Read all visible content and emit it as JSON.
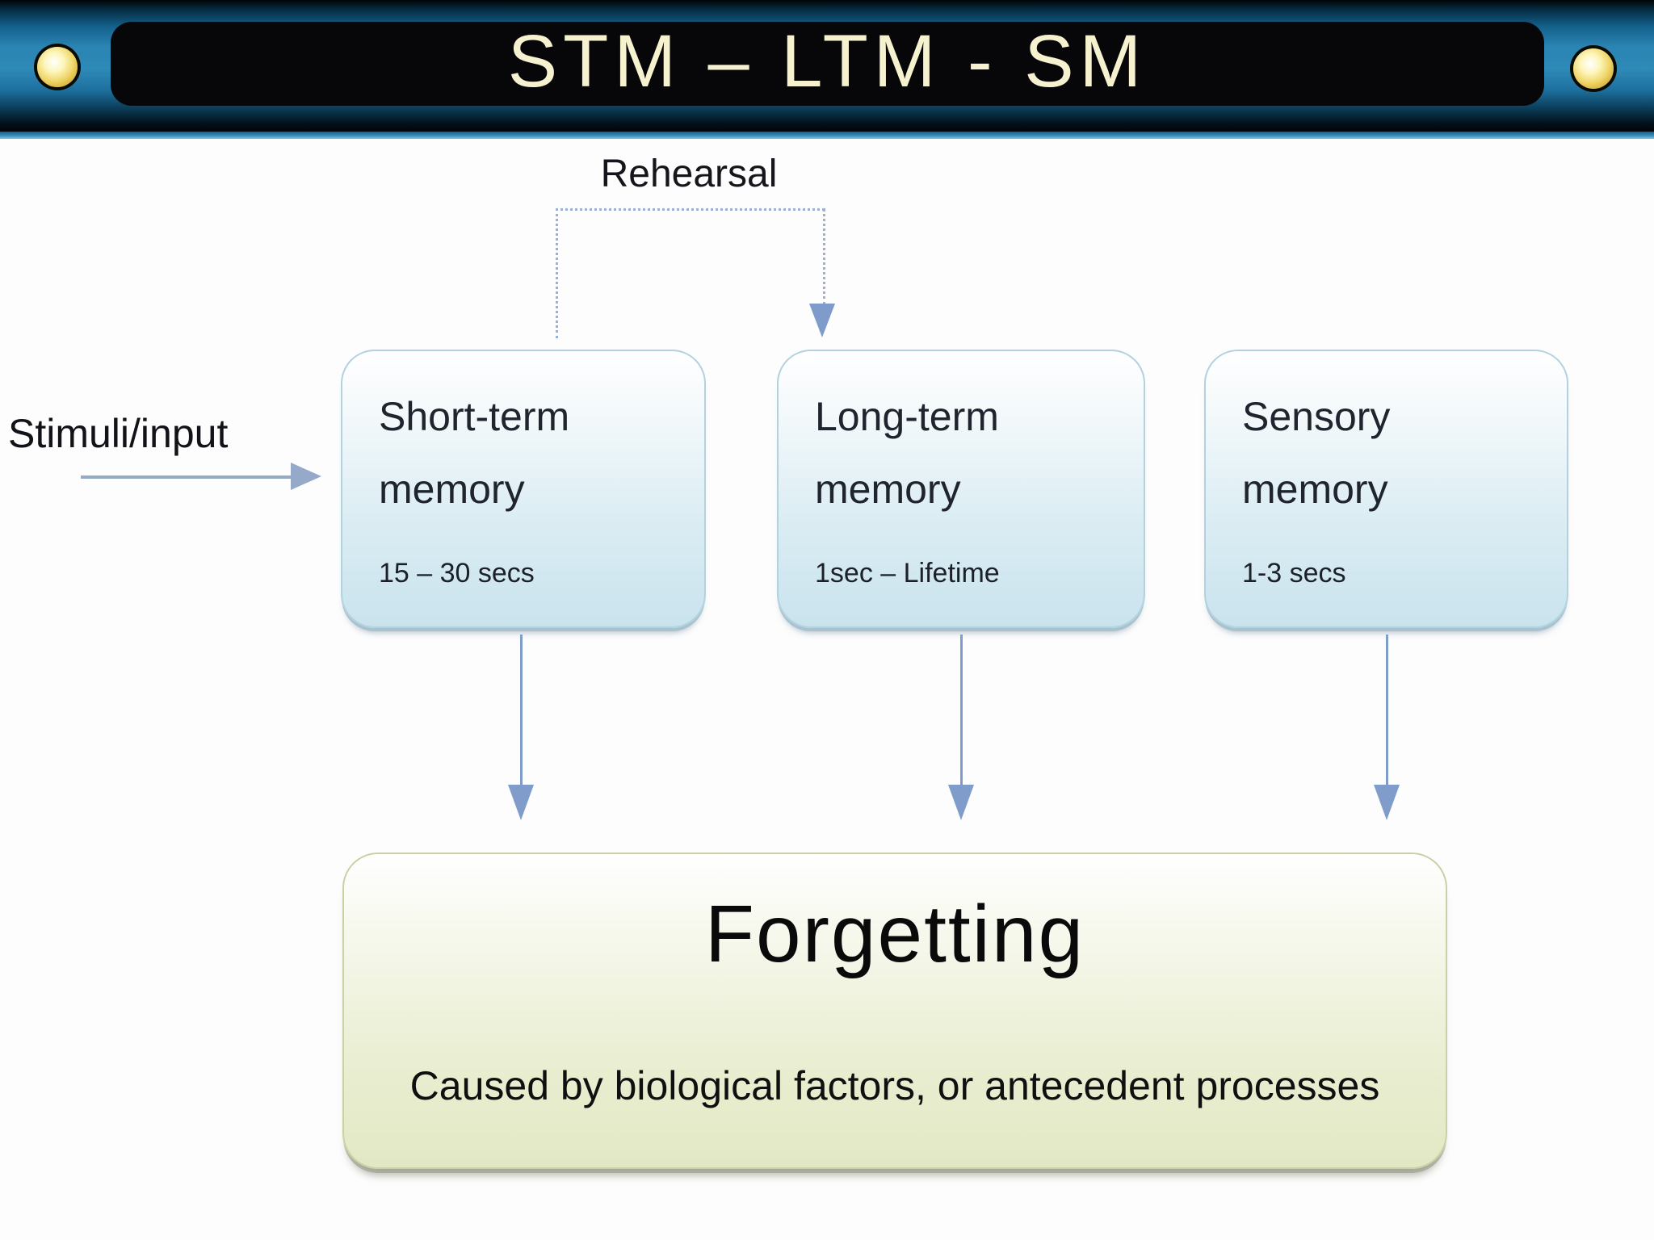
{
  "header": {
    "title": "STM – LTM - SM"
  },
  "diagram": {
    "rehearsal_label": "Rehearsal",
    "stimuli_label": "Stimuli/input",
    "memory_boxes": [
      {
        "id": "stm",
        "title": "Short-term memory",
        "duration": "15 – 30 secs"
      },
      {
        "id": "ltm",
        "title": "Long-term memory",
        "duration": "1sec – Lifetime"
      },
      {
        "id": "sm",
        "title": "Sensory memory",
        "duration": "1-3 secs"
      }
    ],
    "forgetting": {
      "title": "Forgetting",
      "subtitle": "Caused by biological factors, or antecedent processes"
    }
  },
  "colors": {
    "header_blue": "#2e8ab8",
    "title_plate": "#070709",
    "title_text": "#f6f1cf",
    "sphere_gold": "#e8c84a",
    "box_fill_bottom": "#c9e3ed",
    "box_border": "#b3d2e0",
    "arrow_blue": "#7f9cca",
    "dotted_blue": "#9db0d2",
    "forgetting_fill_bottom": "#e2e8c4",
    "forgetting_border": "#c8d2a4"
  }
}
